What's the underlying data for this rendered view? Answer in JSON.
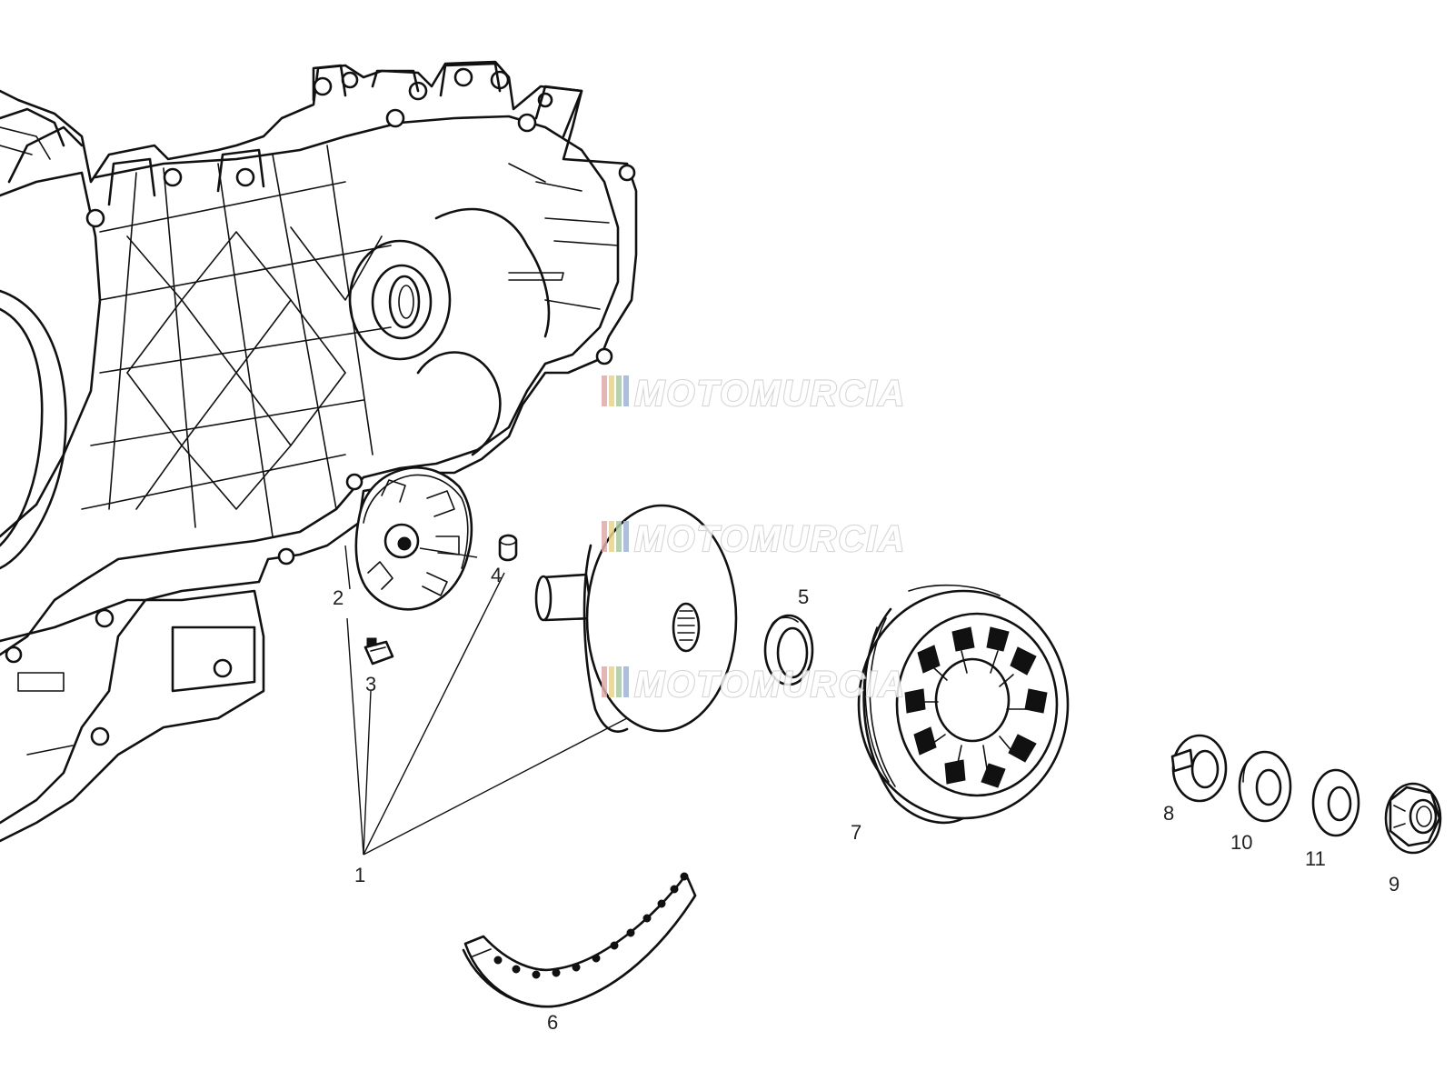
{
  "watermark": {
    "text": "MOTOMURCIA",
    "stripe_colors": [
      "#e2a8a8",
      "#e9d48a",
      "#a9c9a0",
      "#9fb4d8"
    ]
  },
  "callouts": [
    {
      "id": "1",
      "label": "1"
    },
    {
      "id": "2",
      "label": "2"
    },
    {
      "id": "3",
      "label": "3"
    },
    {
      "id": "4",
      "label": "4"
    },
    {
      "id": "5",
      "label": "5"
    },
    {
      "id": "6",
      "label": "6"
    },
    {
      "id": "7",
      "label": "7"
    },
    {
      "id": "8",
      "label": "8"
    },
    {
      "id": "9",
      "label": "9"
    },
    {
      "id": "10",
      "label": "10"
    },
    {
      "id": "11",
      "label": "11"
    }
  ]
}
